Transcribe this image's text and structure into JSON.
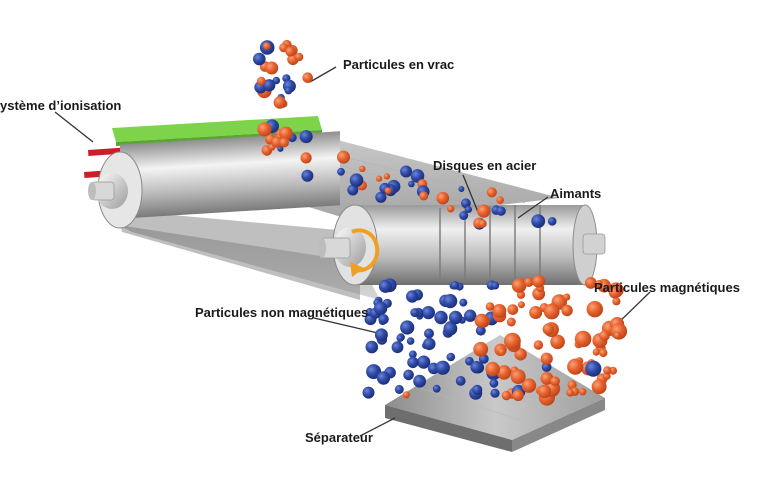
{
  "labels": {
    "bulk_particles": "Particules en vrac",
    "ionisation_system": "ystème d’ionisation",
    "steel_discs": "Disques en acier",
    "magnets": "Aimants",
    "non_magnetic_particles": "Particules non magnétiques",
    "magnetic_particles": "Particules magnétiques",
    "separator": "Séparateur"
  },
  "colors": {
    "magnetic_particle": "#e8622c",
    "non_magnetic_particle": "#2f4aa8",
    "ionisation_bar": "#7dd44a",
    "red_rod": "#d01c2a",
    "leader_line": "#333333",
    "rotation_arrow": "#f0a020"
  },
  "icons": {
    "rotation": "rotation-arrow-icon"
  }
}
